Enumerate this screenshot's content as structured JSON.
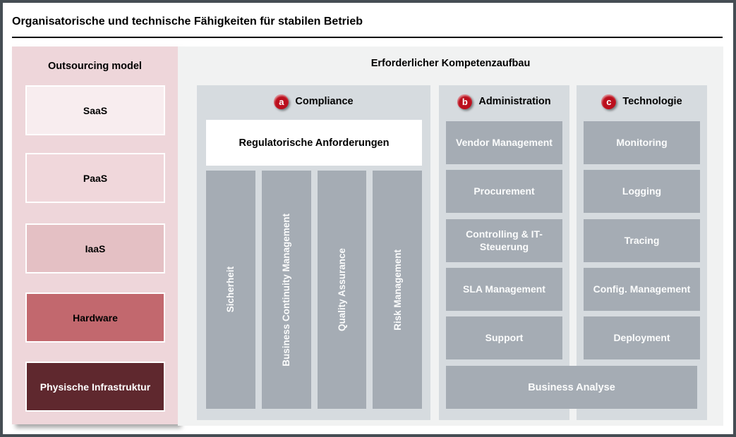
{
  "title": "Organisatorische und technische Fähigkeiten für stabilen Betrieb",
  "colors": {
    "frame": "#454d53",
    "left_panel_bg": "#eed6da",
    "right_panel_bg": "#f1f2f2",
    "subpanel_bg": "#d6dbdf",
    "gray_box": "#a5acb4",
    "badge_red": "#bb0f1d",
    "saas_bg": "#f8edef",
    "paas_bg": "#f0d7db",
    "iaas_bg": "#e4c0c4",
    "hardware_bg": "#c2686e",
    "physische_bg": "#5f282e"
  },
  "outsourcing": {
    "header": "Outsourcing model",
    "items": [
      {
        "label": "SaaS"
      },
      {
        "label": "PaaS"
      },
      {
        "label": "IaaS"
      },
      {
        "label": "Hardware"
      },
      {
        "label": "Physische Infrastruktur"
      }
    ]
  },
  "kompetenz": {
    "header": "Erforderlicher Kompetenzaufbau",
    "columns": [
      {
        "badge": "a",
        "title": "Compliance",
        "top_box": "Regulatorische Anforderungen",
        "vertical_bars": [
          "Sicherheit",
          "Business Continuity Management",
          "Quality Assurance",
          "Risk Management"
        ]
      },
      {
        "badge": "b",
        "title": "Administration",
        "boxes": [
          "Vendor Management",
          "Procurement",
          "Controlling & IT-Steuerung",
          "SLA Management",
          "Support"
        ]
      },
      {
        "badge": "c",
        "title": "Technologie",
        "boxes": [
          "Monitoring",
          "Logging",
          "Tracing",
          "Config. Management",
          "Deployment"
        ]
      }
    ],
    "spanning_box": "Business Analyse"
  }
}
